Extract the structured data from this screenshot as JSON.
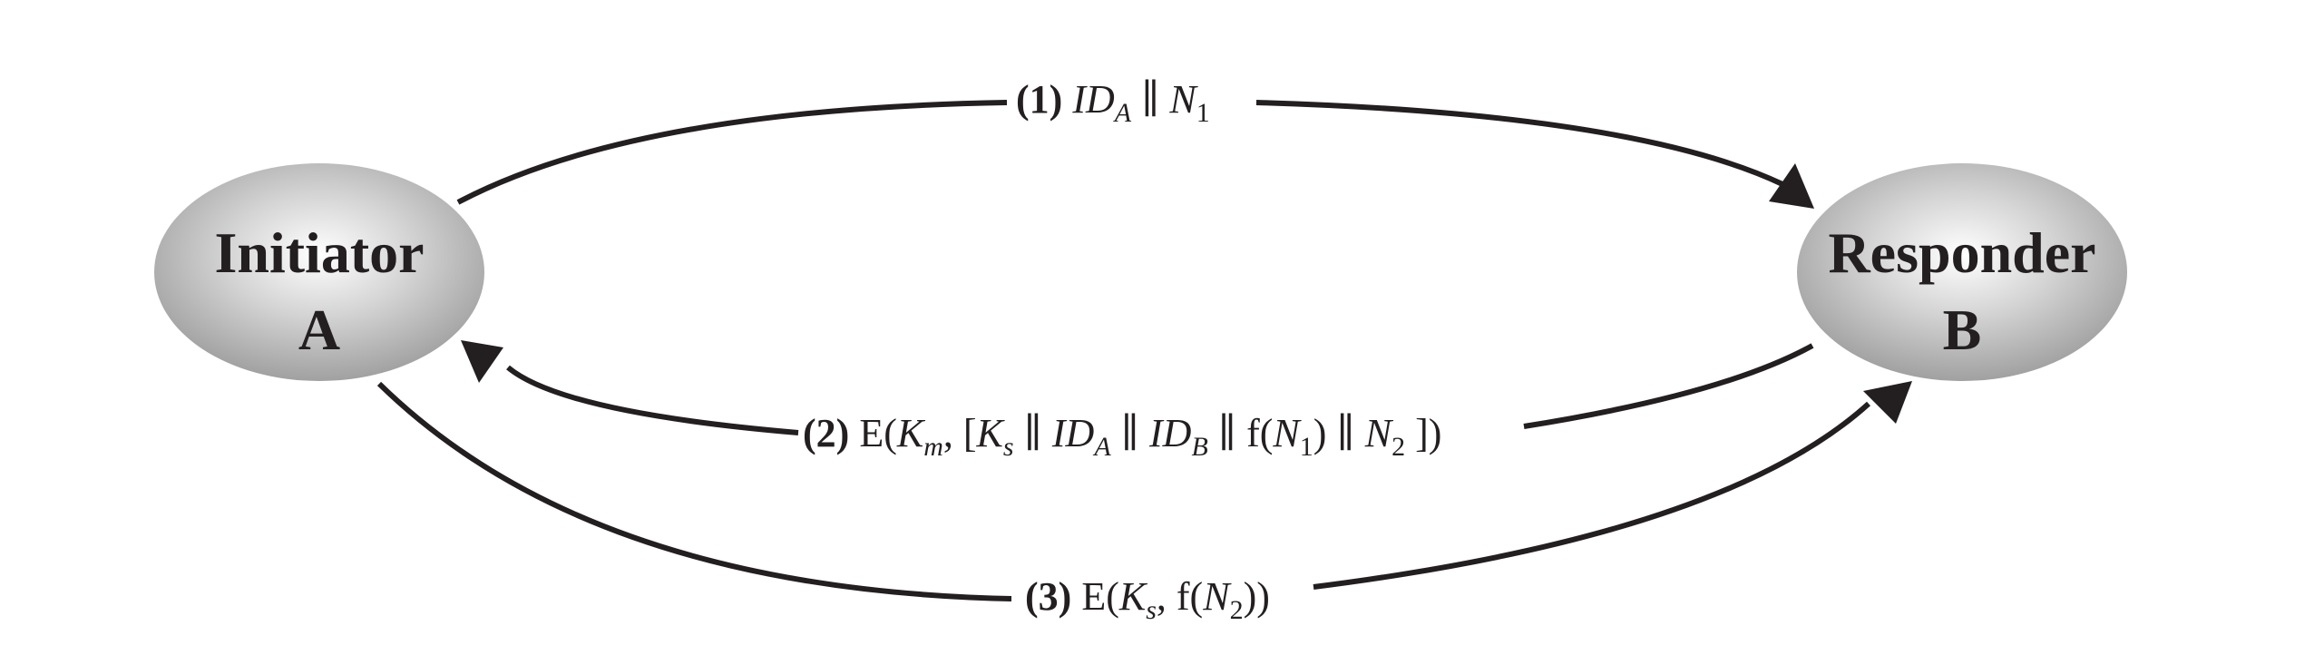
{
  "nodes": {
    "initiator": {
      "line1": "Initiator",
      "line2": "A"
    },
    "responder": {
      "line1": "Responder",
      "line2": "B"
    }
  },
  "messages": {
    "m1": {
      "num": "(1)",
      "id": "ID",
      "id_sub": "A",
      "sep": " ∥ ",
      "n": "N",
      "n_sub": "1"
    },
    "m2": {
      "num": "(2)",
      "open": " E(",
      "km": "K",
      "km_sub": "m",
      "mid": ", [",
      "ks": "K",
      "ks_sub": "s",
      "sep1": " ∥ ",
      "ida": "ID",
      "ida_sub": "A",
      "sep2": "  ∥ ",
      "idb": "ID",
      "idb_sub": "B",
      "sep3": " ∥ f(",
      "n1": "N",
      "n1_sub": "1",
      "sep4": ") ∥ ",
      "n2": "N",
      "n2_sub": "2",
      "close": " ])"
    },
    "m3": {
      "num": "(3)",
      "open": " E(",
      "ks": "K",
      "ks_sub": "s",
      "mid": ", f(",
      "n2": "N",
      "n2_sub": "2",
      "close": "))"
    }
  },
  "colors": {
    "ink": "#231f20",
    "node_fill": "#c9c9c9"
  }
}
